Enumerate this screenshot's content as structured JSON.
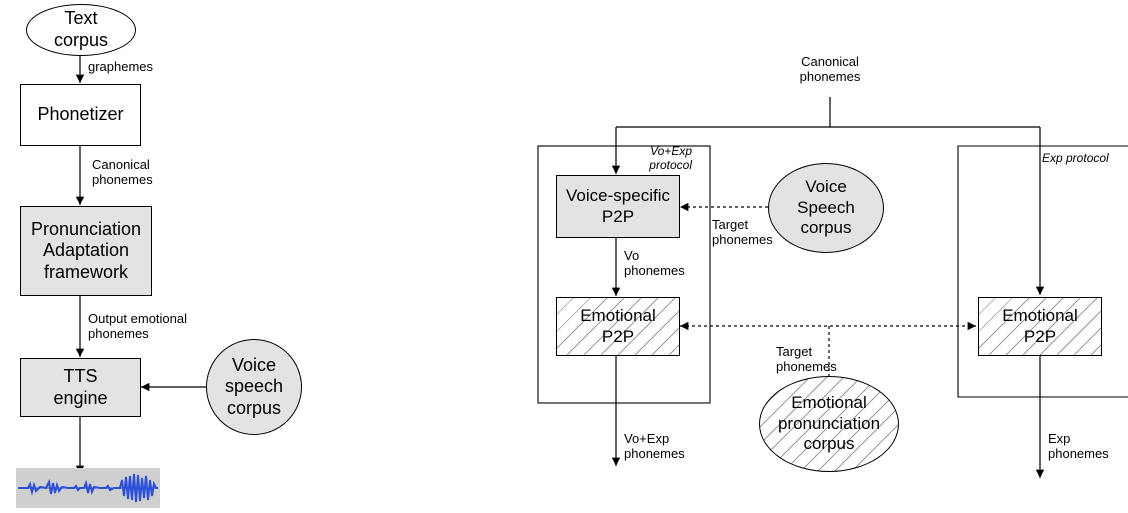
{
  "left_diagram": {
    "text_corpus": "Text\ncorpus",
    "graphemes_label": "graphemes",
    "phonetizer": "Phonetizer",
    "canonical_phonemes_label": "Canonical\nphonemes",
    "adaptation_framework": "Pronunciation\nAdaptation\nframework",
    "output_emotional_label": "Output emotional\nphonemes",
    "tts_engine": "TTS\nengine",
    "voice_speech_corpus": "Voice\nspeech\ncorpus",
    "waveform": "audio-waveform"
  },
  "right_diagram": {
    "canonical_phonemes_top": "Canonical\nphonemes",
    "vo_exp_protocol": "Vo+Exp\nprotocol",
    "exp_protocol": "Exp protocol",
    "voice_specific_p2p": "Voice-specific\nP2P",
    "voice_speech_corpus": "Voice\nSpeech\ncorpus",
    "target_phonemes_1": "Target\nphonemes",
    "vo_phonemes": "Vo\nphonemes",
    "emotional_p2p_left": "Emotional\nP2P",
    "emotional_p2p_right": "Emotional\nP2P",
    "target_phonemes_2": "Target\nphonemes",
    "emotional_corpus": "Emotional\npronunciation\ncorpus",
    "vo_exp_phonemes": "Vo+Exp\nphonemes",
    "exp_phonemes": "Exp\nphonemes"
  },
  "colors": {
    "gray_fill": "#e3e3e3",
    "hatch_line": "#9a9a9a",
    "waveform_bg": "#cfcfcf",
    "waveform_signal": "#2b4fd6"
  }
}
